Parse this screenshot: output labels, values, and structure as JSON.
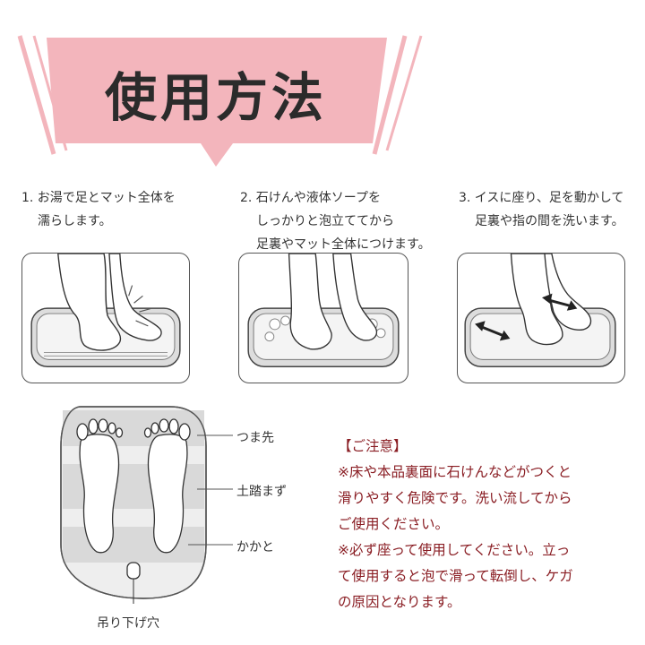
{
  "title": "使用方法",
  "colors": {
    "banner_pink": "#f3b5bc",
    "caution_red": "#8a1e24",
    "line": "#555555"
  },
  "steps": [
    {
      "lines": [
        "1. お湯で足とマット全体を",
        "濡らします。"
      ]
    },
    {
      "lines": [
        "2. 石けんや液体ソープを",
        "しっかりと泡立ててから",
        "足裏やマット全体につけます。"
      ]
    },
    {
      "lines": [
        "3. イスに座り、足を動かして",
        "足裏や指の間を洗います。"
      ]
    }
  ],
  "diagram": {
    "labels": {
      "toe": "つま先",
      "arch": "土踏まず",
      "heel": "かかと",
      "hang_hole": "吊り下げ穴"
    }
  },
  "caution": {
    "heading": "【ご注意】",
    "lines": [
      "※床や本品裏面に石けんなどがつくと",
      "滑りやすく危険です。洗い流してから",
      "ご使用ください。",
      "※必ず座って使用してください。立っ",
      "て使用すると泡で滑って転倒し、ケガ",
      "の原因となります。"
    ]
  }
}
